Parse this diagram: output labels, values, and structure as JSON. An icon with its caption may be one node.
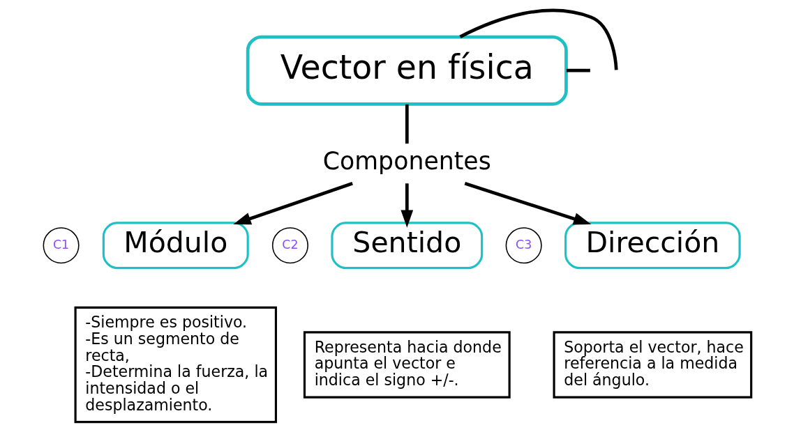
{
  "diagram": {
    "nodes": [
      {
        "text": [
          "Vector en física"
        ]
      },
      {
        "text": [
          "Componentes"
        ]
      },
      {
        "text": [
          "C1"
        ]
      },
      {
        "text": [
          "Módulo"
        ]
      },
      {
        "text": [
          "-Siempre es positivo.",
          "-Es un segmento de recta,",
          "-Determina la fuerza, la intensidad o el desplazamiento."
        ]
      },
      {
        "text": [
          "C2"
        ]
      },
      {
        "text": [
          "Sentido"
        ]
      },
      {
        "text": [
          "Representa hacia donde apunta el vector e indica el signo +/-."
        ]
      },
      {
        "text": [
          "C3"
        ]
      },
      {
        "text": [
          "Dirección"
        ]
      },
      {
        "text": [
          "Soporta el vector, hace referencia a la medida del ángulo."
        ]
      }
    ],
    "edges": [
      {
        "from": 0,
        "to": null,
        "arrow": "none"
      },
      {
        "from": 0,
        "to": null,
        "arrow": "none"
      },
      {
        "from": 0,
        "to": 1,
        "arrow": "none"
      },
      {
        "from": 1,
        "to": 3,
        "arrow": "to"
      },
      {
        "from": 1,
        "to": 6,
        "arrow": "to"
      },
      {
        "from": 1,
        "to": 9,
        "arrow": "to"
      }
    ]
  }
}
